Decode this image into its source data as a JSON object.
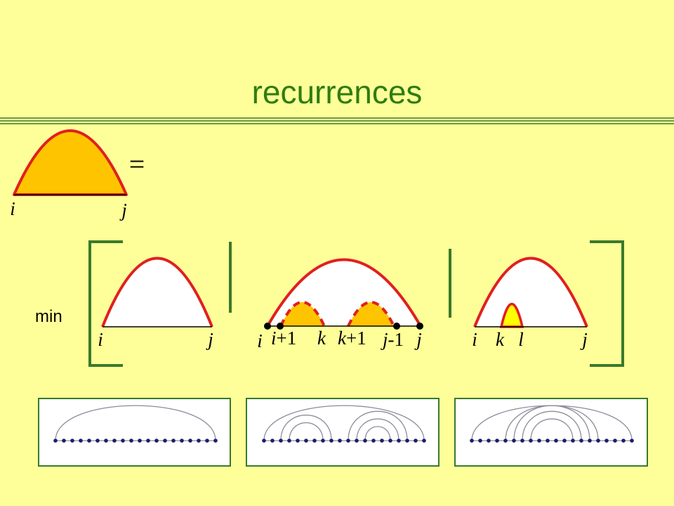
{
  "slide": {
    "title": "recurrences",
    "equals": "=",
    "min_label": "min"
  },
  "labels": {
    "i": "i",
    "j": "j",
    "k": "k",
    "l": "l",
    "plus1": "+1",
    "minus1": "-1"
  },
  "colors": {
    "background": "#ffff99",
    "title": "#2e7d12",
    "arc_stroke": "#e02020",
    "arc_fill_orange": "#ffc400",
    "arc_fill_yellow": "#ffff00",
    "divider": "#3a7a2a",
    "rna_dot": "#1c1c6e"
  },
  "rna_panels": [
    {
      "name": "single-outer-arc",
      "num_dots": 20,
      "arcs": [
        [
          0,
          19
        ]
      ]
    },
    {
      "name": "two-substructures",
      "num_dots": 20,
      "arcs": [
        [
          0,
          19
        ],
        [
          2,
          8
        ],
        [
          3,
          7
        ],
        [
          10,
          17
        ],
        [
          11,
          16
        ],
        [
          12,
          15
        ]
      ]
    },
    {
      "name": "nested-multiloop",
      "num_dots": 20,
      "arcs": [
        [
          0,
          19
        ],
        [
          4,
          15
        ],
        [
          5,
          14
        ],
        [
          6,
          13
        ],
        [
          7,
          12
        ]
      ]
    }
  ]
}
